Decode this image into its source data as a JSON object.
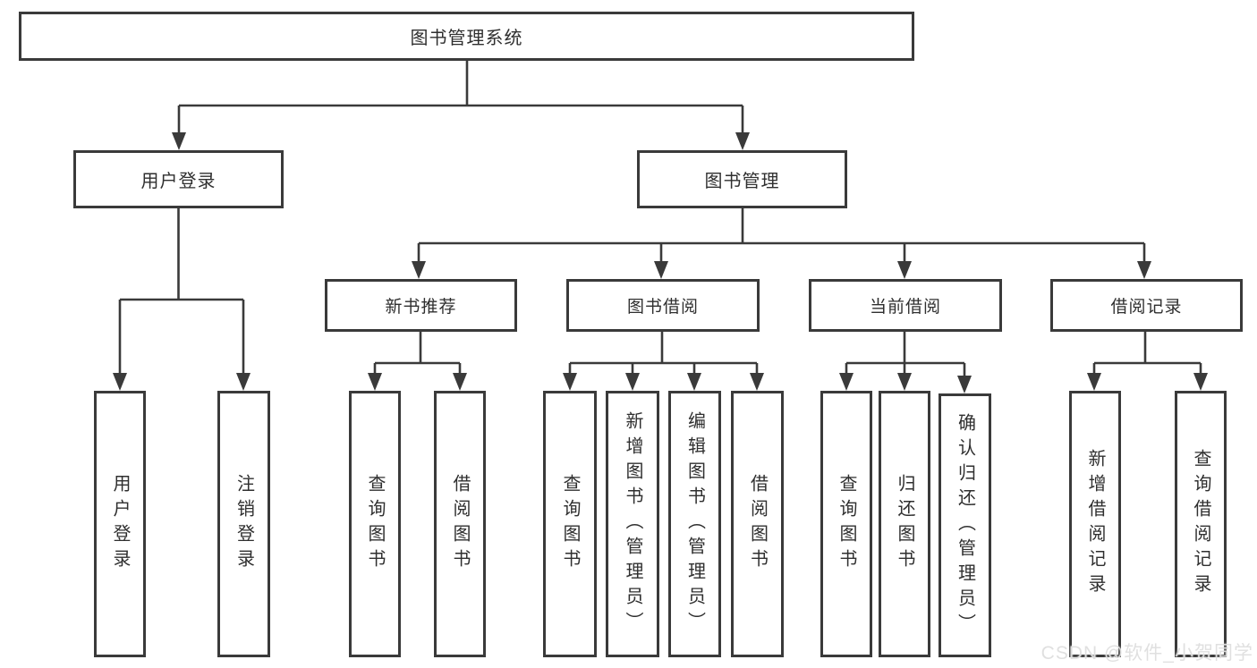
{
  "tree": {
    "root": {
      "label": "图书管理系统",
      "children": [
        {
          "label": "用户登录",
          "children": [
            {
              "label": "用户登录"
            },
            {
              "label": "注销登录"
            }
          ]
        },
        {
          "label": "图书管理",
          "children": [
            {
              "label": "新书推荐",
              "children": [
                {
                  "label": "查询图书"
                },
                {
                  "label": "借阅图书"
                }
              ]
            },
            {
              "label": "图书借阅",
              "children": [
                {
                  "label": "查询图书"
                },
                {
                  "label": "新增图书（管理员）"
                },
                {
                  "label": "编辑图书（管理员）"
                },
                {
                  "label": "借阅图书"
                }
              ]
            },
            {
              "label": "当前借阅",
              "children": [
                {
                  "label": "查询图书"
                },
                {
                  "label": "归还图书"
                },
                {
                  "label": "确认归还（管理员）"
                }
              ]
            },
            {
              "label": "借阅记录",
              "children": [
                {
                  "label": "新增借阅记录"
                },
                {
                  "label": "查询借阅记录"
                }
              ]
            }
          ]
        }
      ]
    }
  },
  "watermark": "CSDN @软件_小贺同学",
  "colors": {
    "line": "#3a3a3a",
    "text": "#2f2f2f",
    "background": "#ffffff",
    "watermark": "#dedede"
  }
}
